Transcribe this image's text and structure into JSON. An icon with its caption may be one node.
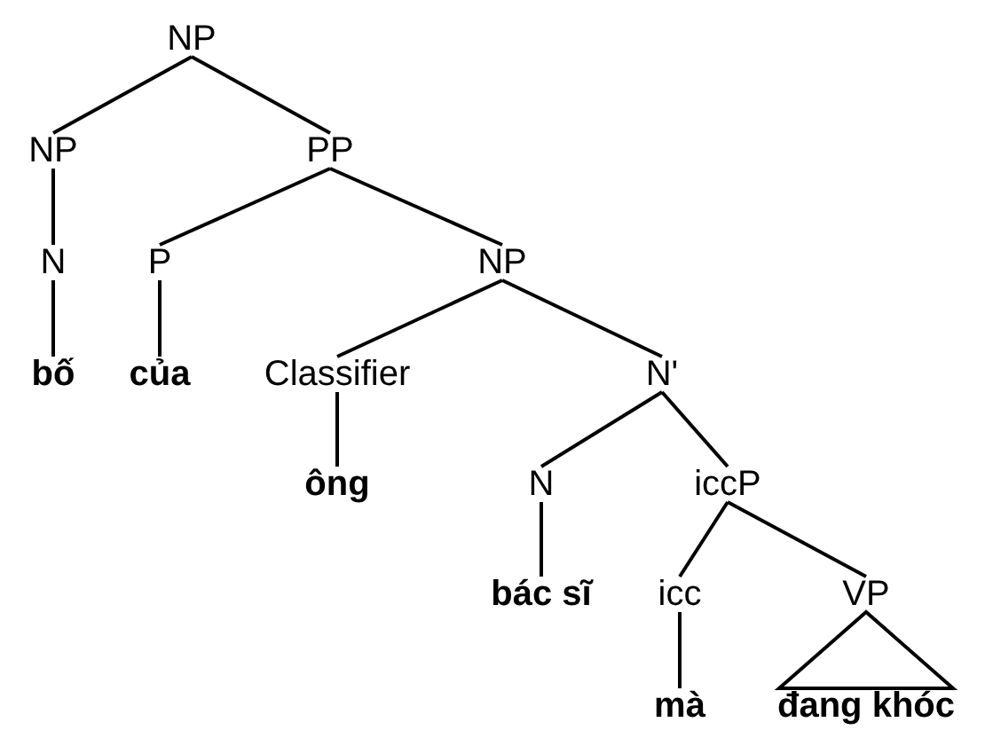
{
  "diagram": {
    "nodes": [
      {
        "text": [
          "NP"
        ]
      },
      {
        "text": [
          "NP"
        ]
      },
      {
        "text": [
          "PP"
        ]
      },
      {
        "text": [
          "N"
        ]
      },
      {
        "text": [
          "P"
        ]
      },
      {
        "text": [
          "NP"
        ]
      },
      {
        "text": [
          "bố"
        ]
      },
      {
        "text": [
          "của"
        ]
      },
      {
        "text": [
          "Classifier"
        ]
      },
      {
        "text": [
          "N'"
        ]
      },
      {
        "text": [
          "ông"
        ]
      },
      {
        "text": [
          "N"
        ]
      },
      {
        "text": [
          "iccP"
        ]
      },
      {
        "text": [
          "bác sĩ"
        ]
      },
      {
        "text": [
          "icc"
        ]
      },
      {
        "text": [
          "VP"
        ]
      },
      {
        "text": [
          "mà"
        ]
      },
      {
        "text": [
          "đang khóc"
        ]
      }
    ],
    "edges": [
      {
        "from": 0,
        "to": 1,
        "arrow": "none"
      },
      {
        "from": 0,
        "to": 2,
        "arrow": "none"
      },
      {
        "from": 1,
        "to": 3,
        "arrow": "none"
      },
      {
        "from": 2,
        "to": 4,
        "arrow": "none"
      },
      {
        "from": 2,
        "to": 5,
        "arrow": "none"
      },
      {
        "from": 3,
        "to": 6,
        "arrow": "none"
      },
      {
        "from": 4,
        "to": 7,
        "arrow": "none"
      },
      {
        "from": 5,
        "to": 8,
        "arrow": "none"
      },
      {
        "from": 5,
        "to": 9,
        "arrow": "none"
      },
      {
        "from": 8,
        "to": 10,
        "arrow": "none"
      },
      {
        "from": 9,
        "to": 11,
        "arrow": "none"
      },
      {
        "from": 9,
        "to": 12,
        "arrow": "none"
      },
      {
        "from": 11,
        "to": 13,
        "arrow": "none"
      },
      {
        "from": 12,
        "to": 14,
        "arrow": "none"
      },
      {
        "from": 12,
        "to": 15,
        "arrow": "none"
      },
      {
        "from": 14,
        "to": 16,
        "arrow": "none"
      },
      {
        "from": 15,
        "to": 17,
        "arrow": "none"
      }
    ]
  }
}
